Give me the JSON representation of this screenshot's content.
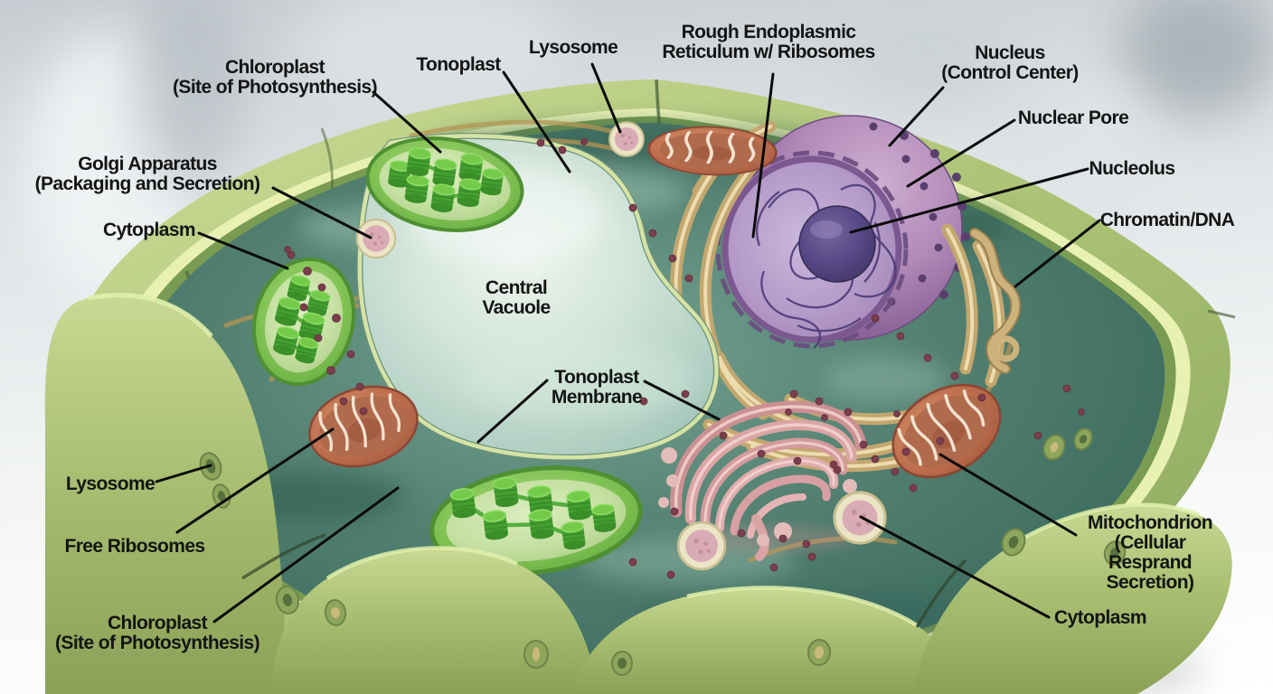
{
  "diagram": {
    "type": "plant-cell-3d-cross-section",
    "title": "Plant cell cutaway illustration with labeled organelles",
    "labels": {
      "chloroplast_top": "Chloroplast\n(Site of Photosynthesis)",
      "tonoplast": "Tonoplast",
      "lysosome_top": "Lysosome",
      "rough_er": "Rough Endoplasmic\nReticulum w/ Ribosomes",
      "nucleus": "Nucleus\n(Control Center)",
      "nuclear_pore": "Nuclear Pore",
      "nucleolus": "Nucleolus",
      "chromatin_dna": "Chromatin/DNA",
      "golgi": "Golgi Apparatus\n(Packaging and Secretion)",
      "cytoplasm_left": "Cytoplasm",
      "central_vacuole": "Central\nVacuole",
      "tonoplast_membrane": "Tonoplast\nMembrane",
      "lysosome_bottom": "Lysosome",
      "free_ribosomes": "Free Ribosomes",
      "chloroplast_bottom": "Chloroplast\n(Site of Photosynthesis)",
      "mitochondrion": "Mitochondrion\n(Cellular Resprand\nSecretion)",
      "cytoplasm_bottom": "Cytoplasm"
    },
    "palette": {
      "label_text": "#141414",
      "leader_line": "#0b0b0b",
      "cell_wall": "#a9c173",
      "cell_wall_light": "#ccdc96",
      "wall_inner_band": "#e9f1b2",
      "cytoplasm": "#4e7d6f",
      "vacuole": "#d8e9df",
      "vacuole_membrane": "#dce8a8",
      "nucleus": "#b18ab8",
      "nucleolus": "#544784",
      "chromatin": "#463673",
      "rough_er": "#c3a76e",
      "golgi": "#dba4a4",
      "chloroplast": "#7fc052",
      "granum": "#44a030",
      "mitochondrion": "#bb6c4c",
      "cristae": "#f2e3d0",
      "lysosome": "#d9abb5",
      "ribosome": "#7c3e4c",
      "background": "#e2e6e8",
      "desk": "#ffffff"
    }
  }
}
